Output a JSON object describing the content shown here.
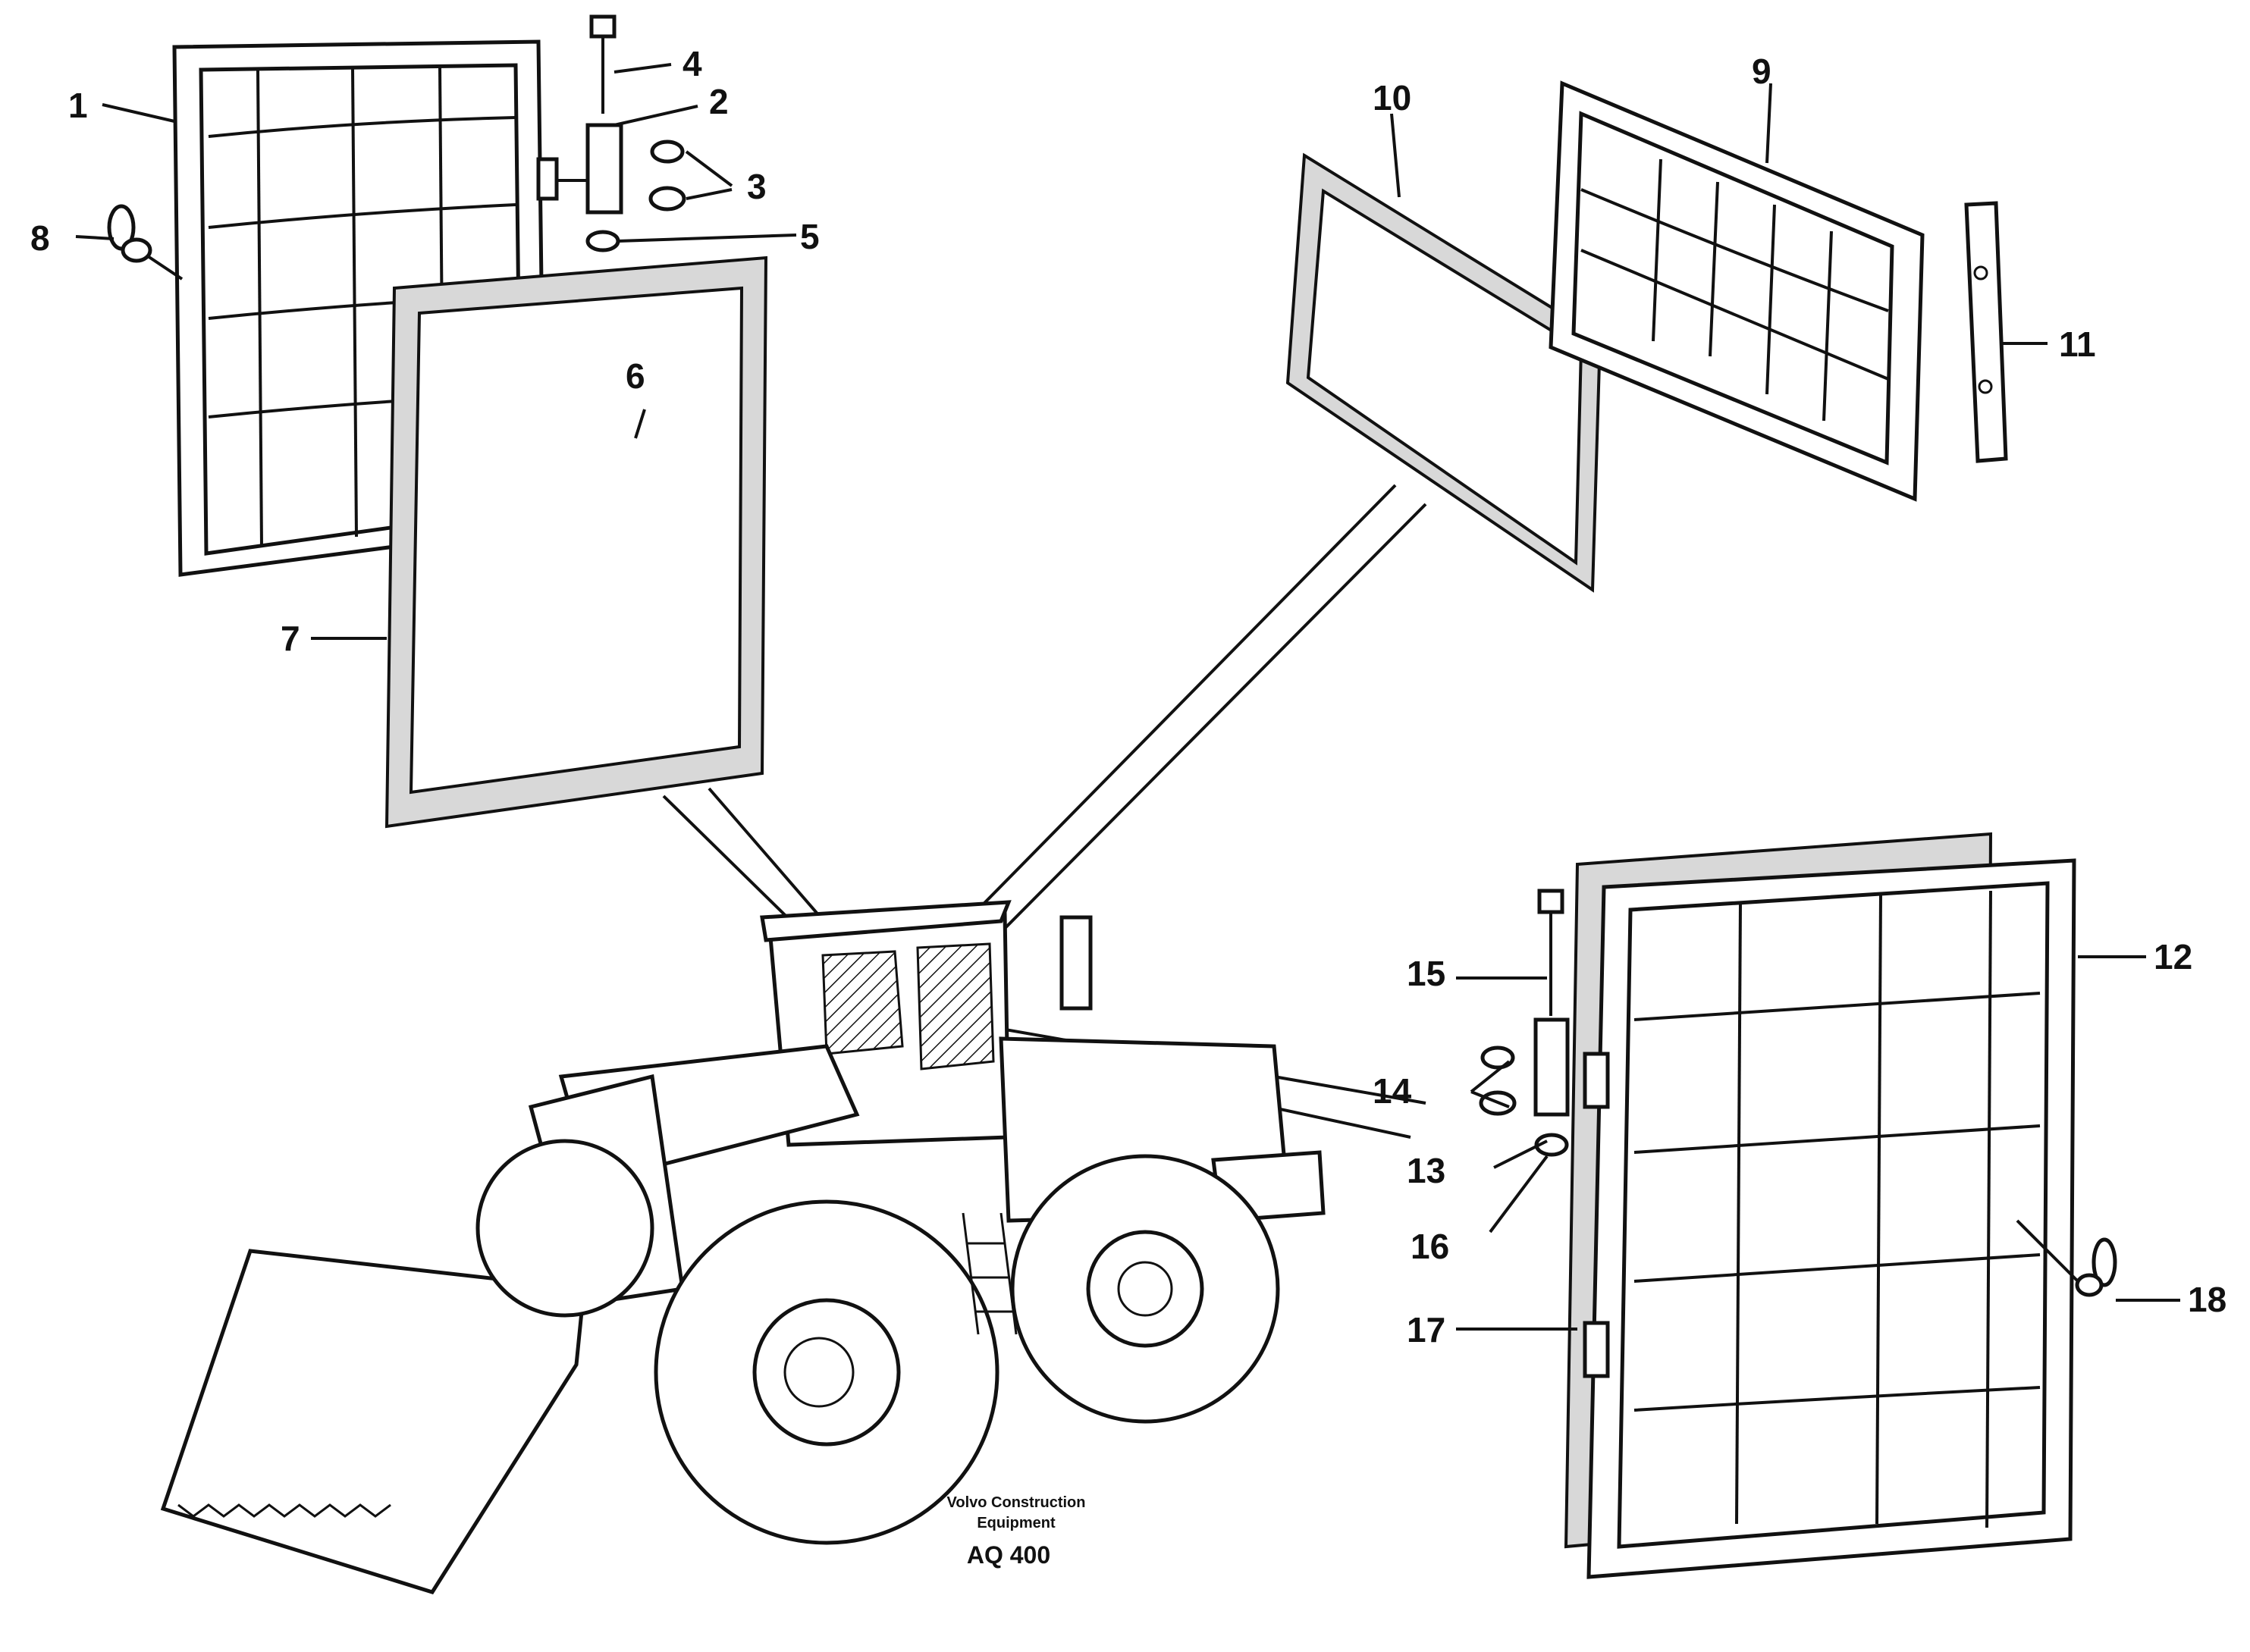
{
  "diagram": {
    "callouts": [
      "1",
      "2",
      "3",
      "4",
      "5",
      "6",
      "7",
      "8",
      "9",
      "10",
      "11",
      "12",
      "13",
      "14",
      "15",
      "16",
      "17",
      "18"
    ],
    "caption": {
      "line1": "Volvo Construction",
      "line2": "Equipment",
      "code": "AQ 400"
    }
  }
}
